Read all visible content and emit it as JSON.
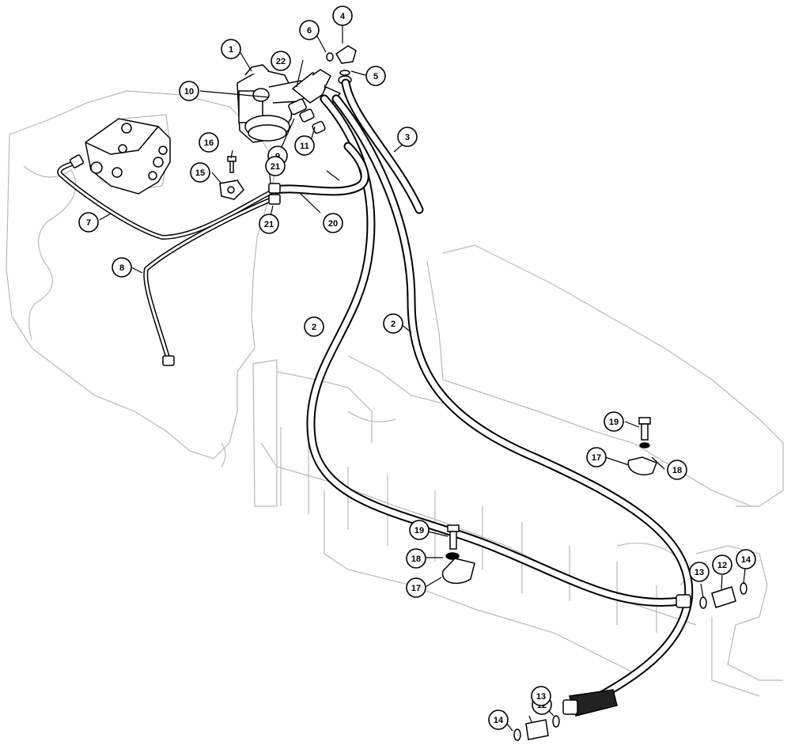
{
  "diagram": {
    "callouts": [
      {
        "id": "c1",
        "label": "1"
      },
      {
        "id": "c2a",
        "label": "2"
      },
      {
        "id": "c2b",
        "label": "2"
      },
      {
        "id": "c3",
        "label": "3"
      },
      {
        "id": "c4",
        "label": "4"
      },
      {
        "id": "c5",
        "label": "5"
      },
      {
        "id": "c6",
        "label": "6"
      },
      {
        "id": "c7",
        "label": "7"
      },
      {
        "id": "c8",
        "label": "8"
      },
      {
        "id": "c9",
        "label": "9"
      },
      {
        "id": "c10",
        "label": "10"
      },
      {
        "id": "c11",
        "label": "11"
      },
      {
        "id": "c12a",
        "label": "12"
      },
      {
        "id": "c12b",
        "label": "12"
      },
      {
        "id": "c13a",
        "label": "13"
      },
      {
        "id": "c13b",
        "label": "13"
      },
      {
        "id": "c14a",
        "label": "14"
      },
      {
        "id": "c14b",
        "label": "14"
      },
      {
        "id": "c15",
        "label": "15"
      },
      {
        "id": "c16",
        "label": "16"
      },
      {
        "id": "c17a",
        "label": "17"
      },
      {
        "id": "c17b",
        "label": "17"
      },
      {
        "id": "c18a",
        "label": "18"
      },
      {
        "id": "c18b",
        "label": "18"
      },
      {
        "id": "c19a",
        "label": "19"
      },
      {
        "id": "c19b",
        "label": "19"
      },
      {
        "id": "c20",
        "label": "20"
      },
      {
        "id": "c21a",
        "label": "21"
      },
      {
        "id": "c21b",
        "label": "21"
      },
      {
        "id": "c22",
        "label": "22"
      }
    ]
  }
}
